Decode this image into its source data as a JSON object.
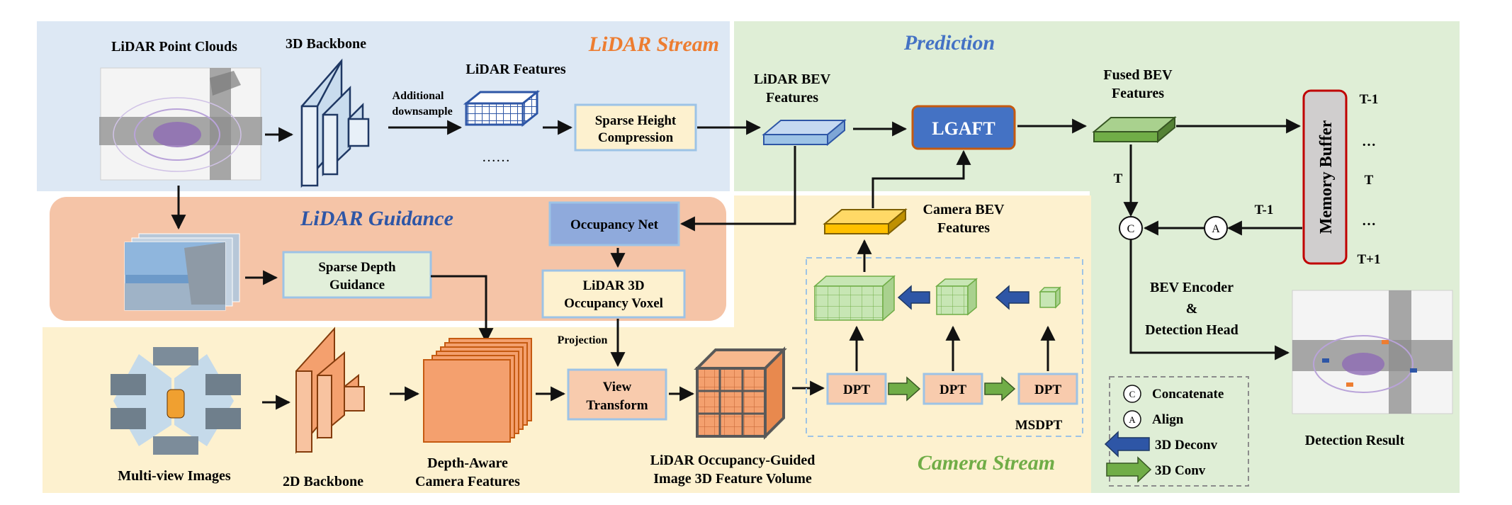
{
  "streams": {
    "lidar_stream": "LiDAR Stream",
    "prediction": "Prediction",
    "lidar_guidance": "LiDAR Guidance",
    "camera_stream": "Camera Stream"
  },
  "lidar": {
    "point_clouds": "LiDAR Point Clouds",
    "backbone_3d": "3D Backbone",
    "downsample_line1": "Additional",
    "downsample_line2": "downsample",
    "features": "LiDAR Features",
    "ellipsis": "……",
    "sparse_height_line1": "Sparse Height",
    "sparse_height_line2": "Compression",
    "bev_line1": "LiDAR BEV",
    "bev_line2": "Features"
  },
  "prediction": {
    "lgaft": "LGAFT",
    "fused_line1": "Fused BEV",
    "fused_line2": "Features",
    "memory_buffer": "Memory Buffer",
    "t_minus_1": "T-1",
    "dots_1": "…",
    "t": "T",
    "dots_2": "…",
    "t_plus_1": "T+1",
    "t_label": "T",
    "t_minus_1_label": "T-1",
    "concat_symbol": "C",
    "align_symbol": "A",
    "bev_encoder": "BEV Encoder",
    "amp": "&",
    "detection_head": "Detection Head",
    "detection_result": "Detection Result"
  },
  "guidance": {
    "occupancy_net": "Occupancy Net",
    "sparse_depth_line1": "Sparse Depth",
    "sparse_depth_line2": "Guidance",
    "occ_voxel_line1": "LiDAR 3D",
    "occ_voxel_line2": "Occupancy Voxel",
    "projection": "Projection"
  },
  "camera": {
    "multiview": "Multi-view Images",
    "backbone_2d": "2D Backbone",
    "depth_aware_line1": "Depth-Aware",
    "depth_aware_line2": "Camera Features",
    "view_transform_line1": "View",
    "view_transform_line2": "Transform",
    "volume_line1": "LiDAR Occupancy-Guided",
    "volume_line2": "Image 3D Feature Volume",
    "dpt": "DPT",
    "msdpt": "MSDPT",
    "cam_bev_line1": "Camera BEV",
    "cam_bev_line2": "Features"
  },
  "legend": {
    "concatenate": "Concatenate",
    "align": "Align",
    "deconv": "3D Deconv",
    "conv": "3D Conv"
  },
  "colors": {
    "lidar_bg": "#dde8f4",
    "prediction_bg": "#dfeed6",
    "guidance_bg": "#f5c4a7",
    "camera_bg": "#fdf1cf",
    "lidar_title": "#ed7d31",
    "prediction_title": "#4472c4",
    "guidance_title": "#2e56a6",
    "camera_title": "#70ad47"
  }
}
